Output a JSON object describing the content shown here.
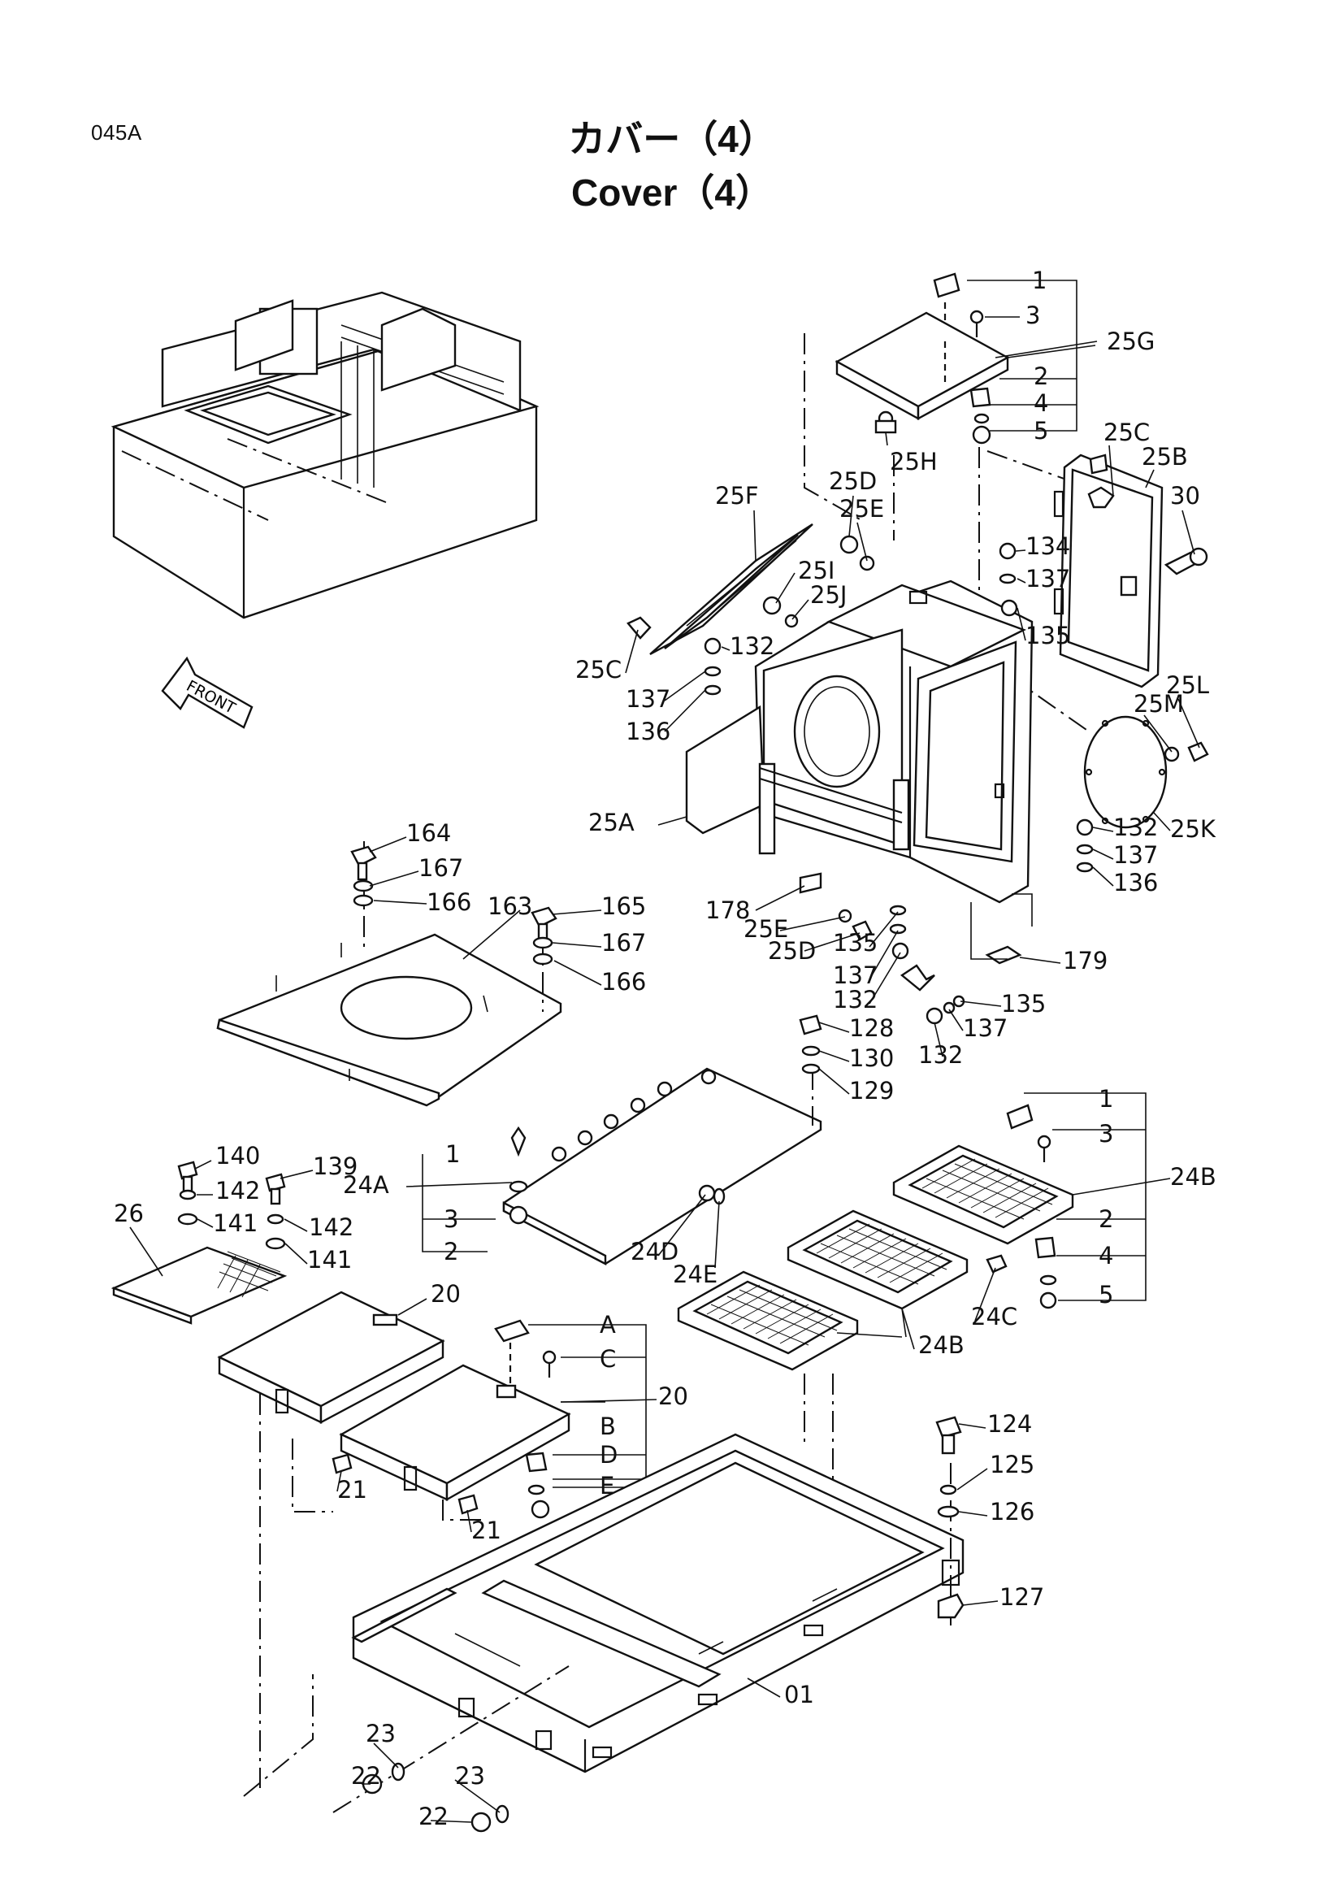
{
  "page_code": "045A",
  "title_ja": "カバー（4）",
  "title_en": "Cover（4）",
  "front_arrow_text": "FRONT",
  "callouts": {
    "c1a": "1",
    "c3a": "3",
    "c25g": "25G",
    "c2a": "2",
    "c4a": "4",
    "c5a": "5",
    "c25h": "25H",
    "c25c_top": "25C",
    "c25b": "25B",
    "c30": "30",
    "c25d_top": "25D",
    "c25e_top": "25E",
    "c25f": "25F",
    "c25i": "25I",
    "c25j": "25J",
    "c134": "134",
    "c137_top": "137",
    "c135_top": "135",
    "c25c_left": "25C",
    "c132_top": "132",
    "c137_left": "137",
    "c136_left": "136",
    "c25l": "25L",
    "c25m": "25M",
    "c25k": "25K",
    "c25a": "25A",
    "c132_right": "132",
    "c137_right": "137",
    "c136_right": "136",
    "c178": "178",
    "c25e_bot": "25E",
    "c25d_bot": "25D",
    "c135_mid": "135",
    "c137_mid": "137",
    "c132_mid": "132",
    "c179": "179",
    "c135_r2": "135",
    "c137_r2": "137",
    "c132_r2": "132",
    "c164": "164",
    "c167_a": "167",
    "c166_a": "166",
    "c163": "163",
    "c165": "165",
    "c167_b": "167",
    "c166_b": "166",
    "c128": "128",
    "c130": "130",
    "c129": "129",
    "c1b": "1",
    "c24a": "24A",
    "c3b": "3",
    "c2b": "2",
    "c24d": "24D",
    "c24e": "24E",
    "c1c": "1",
    "c3c": "3",
    "c24b_top": "24B",
    "c2c": "2",
    "c4c": "4",
    "c5c": "5",
    "c24c": "24C",
    "c24b_bot": "24B",
    "c140": "140",
    "c139": "139",
    "c142_a": "142",
    "c142_b": "142",
    "c141_a": "141",
    "c141_b": "141",
    "c26": "26",
    "c20_a": "20",
    "c20_b": "20",
    "cA": "A",
    "cC": "C",
    "cB": "B",
    "cD": "D",
    "cE": "E",
    "c21_a": "21",
    "c21_b": "21",
    "c124": "124",
    "c125": "125",
    "c126": "126",
    "c127": "127",
    "c01": "01",
    "c23_a": "23",
    "c22_a": "22",
    "c23_b": "23",
    "c22_b": "22"
  }
}
